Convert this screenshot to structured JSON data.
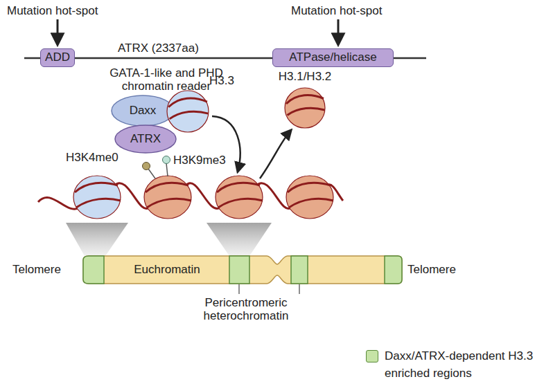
{
  "diagram": {
    "nodes": [
      {
        "text": [
          "ADD"
        ]
      },
      {
        "text": [
          "ATPase/helicase"
        ]
      },
      {
        "text": [
          "Daxx"
        ]
      },
      {
        "text": [
          "ATRX"
        ]
      },
      {
        "text": [
          "H3.3"
        ]
      },
      {
        "text": [
          "H3.1/H3.2"
        ]
      },
      {
        "text": [
          "Euchromatin"
        ]
      }
    ],
    "labels": [
      "Mutation hot-spot",
      "Mutation hot-spot",
      "ATRX (2337aa)",
      "GATA-1-like and PHD chromatin reader",
      "H3K4me0",
      "H3K9me3",
      "Telomere",
      "Telomere",
      "Pericentromeric heterochromatin"
    ],
    "legend": [
      {
        "text": "Daxx/ATRX-dependent H3.3 enriched regions",
        "color": "#c6e3a6"
      }
    ]
  }
}
